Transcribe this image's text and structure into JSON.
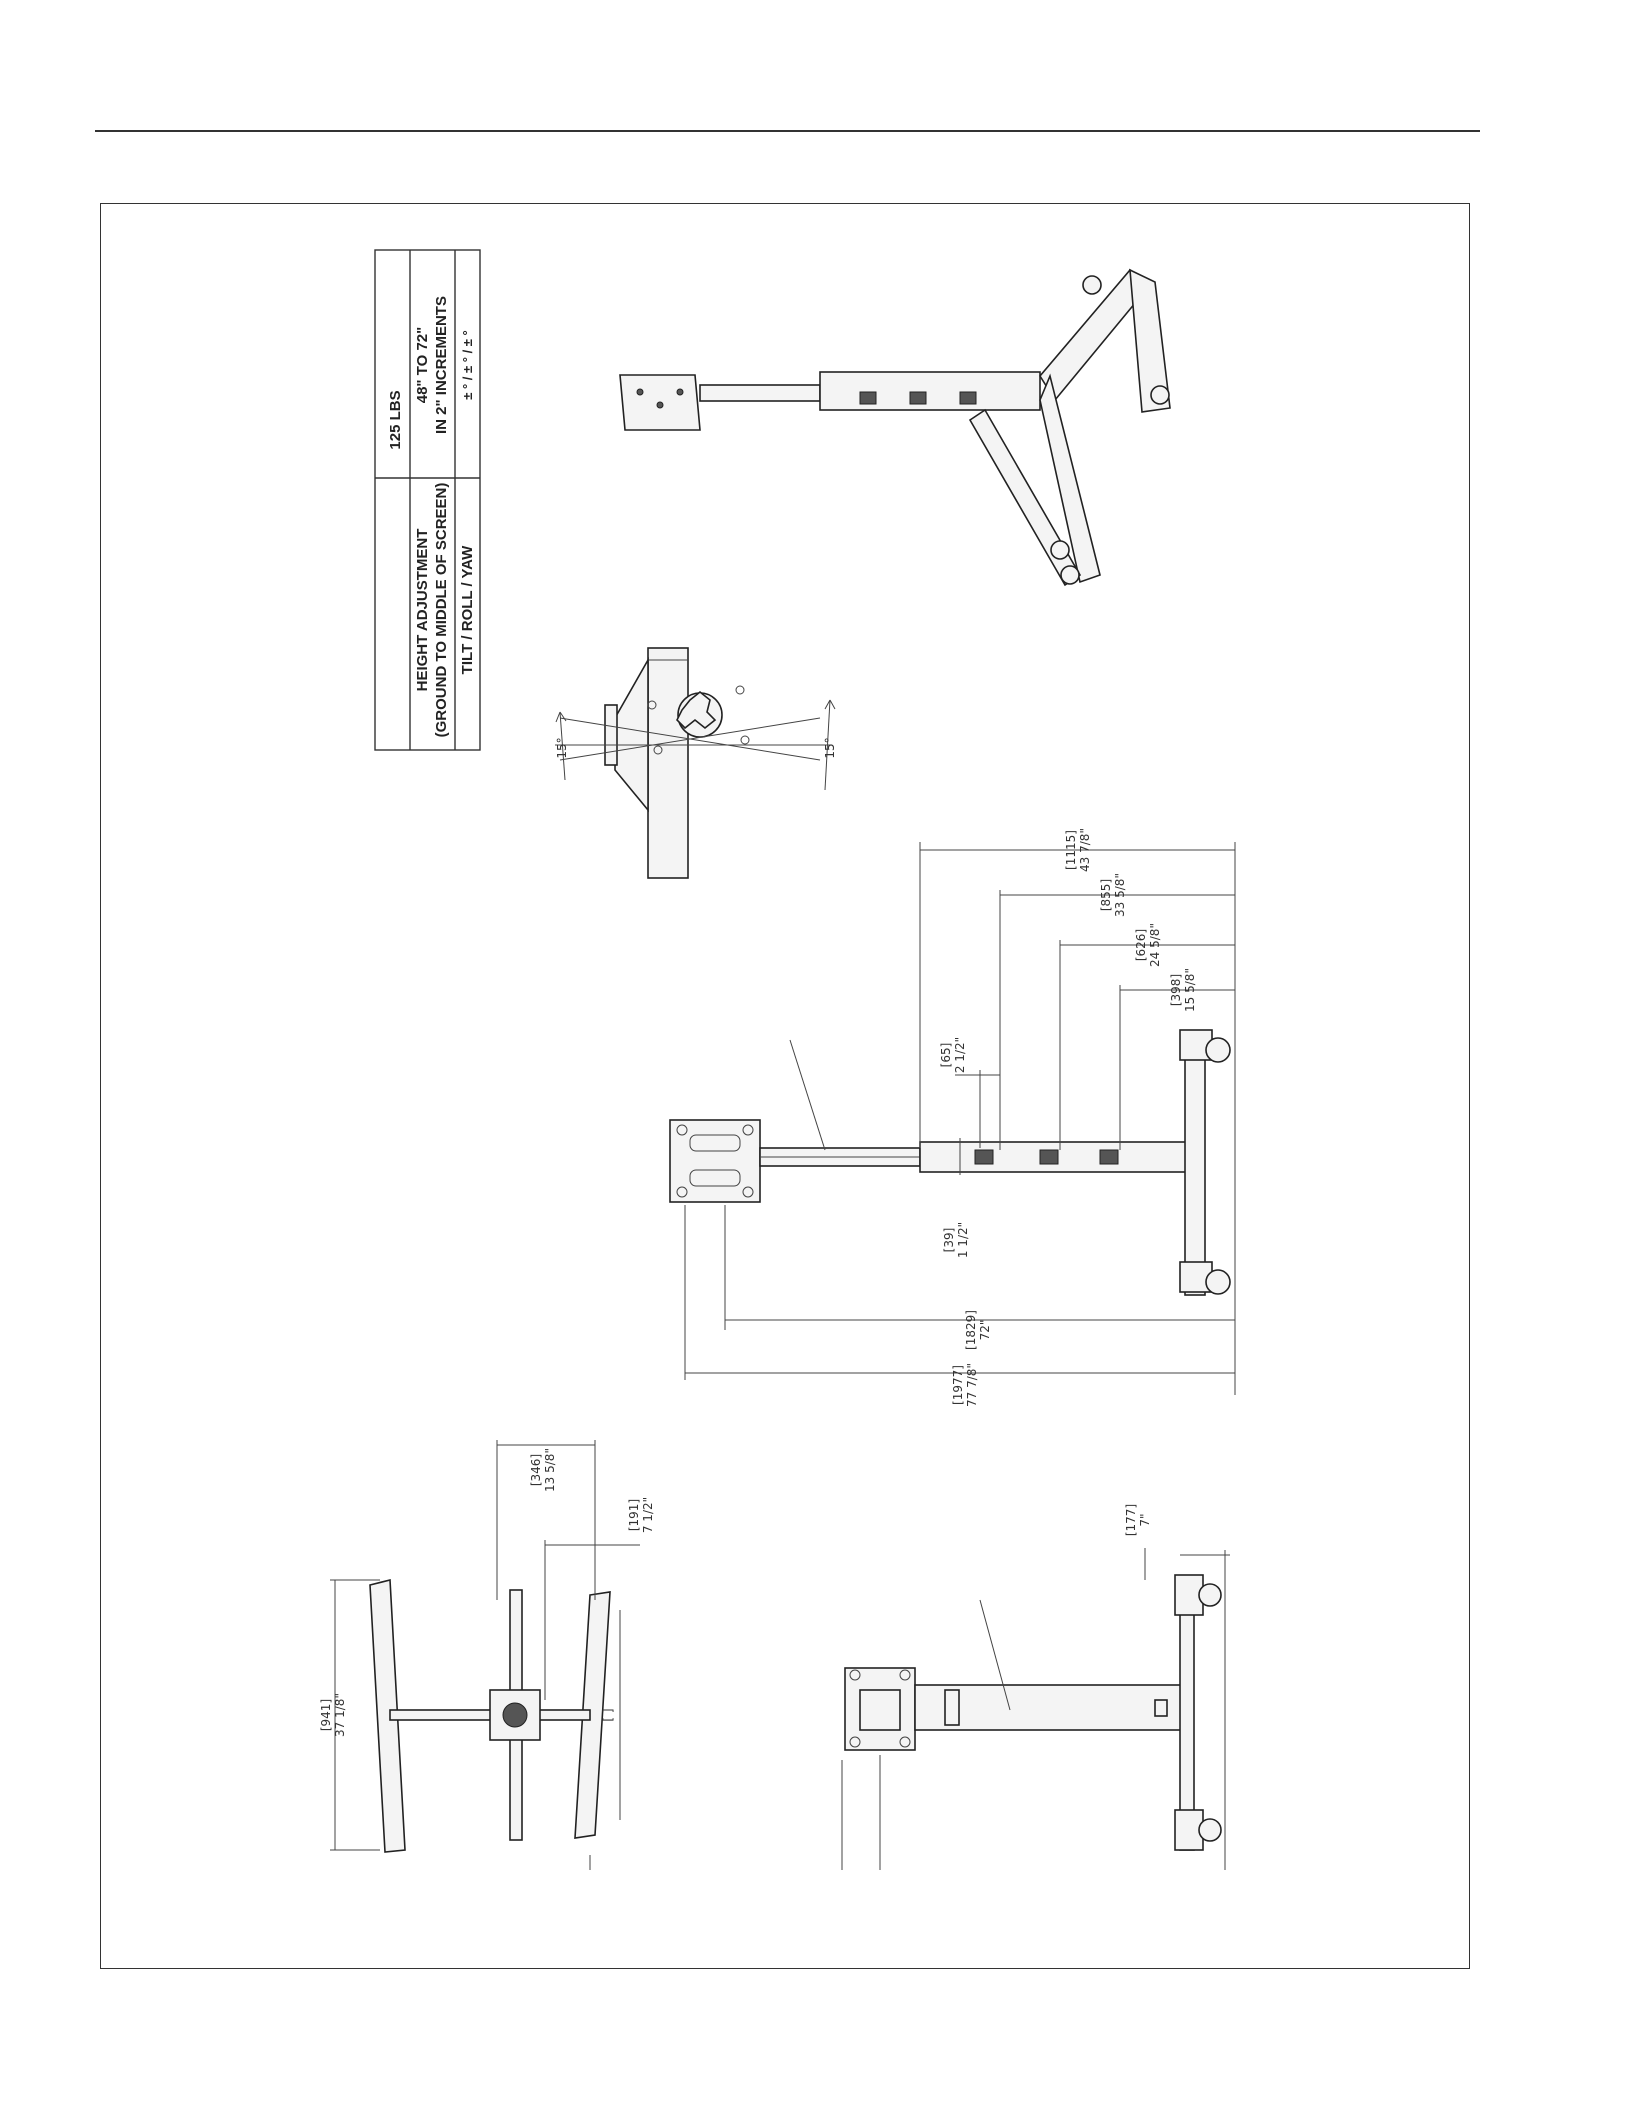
{
  "spec_table": {
    "rows": [
      {
        "label_line1": "",
        "label_line2": "",
        "value_line1": "125 LBS",
        "value_line2": ""
      },
      {
        "label_line1": "HEIGHT ADJUSTMENT",
        "label_line2": "(GROUND TO MIDDLE OF SCREEN)",
        "value_line1": "48\" TO 72\"",
        "value_line2": "IN 2\" INCREMENTS"
      },
      {
        "label_line1": "TILT / ROLL / YAW",
        "label_line2": "",
        "value_line1": "±   ° / ±   ° / ±   °",
        "value_line2": ""
      }
    ]
  },
  "tilt_detail": {
    "angle_left": "15°",
    "angle_right": "15°"
  },
  "side_view": {
    "dim_1115": {
      "metric": "[1115]",
      "imperial": "43 7/8\""
    },
    "dim_855": {
      "metric": "[855]",
      "imperial": "33 5/8\""
    },
    "dim_626": {
      "metric": "[626]",
      "imperial": "24 5/8\""
    },
    "dim_398": {
      "metric": "[398]",
      "imperial": "15 5/8\""
    },
    "dim_65": {
      "metric": "[65]",
      "imperial": "2 1/2\""
    },
    "dim_39": {
      "metric": "[39]",
      "imperial": "1 1/2\""
    },
    "dim_1829": {
      "metric": "[1829]",
      "imperial": "72\""
    },
    "dim_1977": {
      "metric": "[1977]",
      "imperial": "77 7/8\""
    }
  },
  "top_view": {
    "dim_346": {
      "metric": "[346]",
      "imperial": "13 5/8\""
    },
    "dim_191": {
      "metric": "[191]",
      "imperial": "7 1/2\""
    },
    "dim_941": {
      "metric": "[941]",
      "imperial": "37 1/8\""
    },
    "dim_blank": {
      "metric": "[     ]",
      "imperial": ""
    }
  },
  "front_view": {
    "dim_177": {
      "metric": "[177]",
      "imperial": "7\""
    }
  }
}
